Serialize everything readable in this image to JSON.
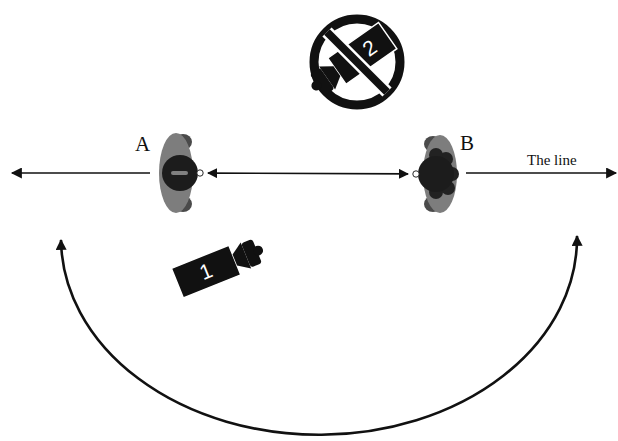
{
  "diagram": {
    "nodes": [
      {
        "text": [
          "2"
        ]
      },
      {
        "text": [
          "A"
        ]
      },
      {
        "text": [
          "B"
        ]
      },
      {
        "text": [
          "1"
        ]
      }
    ],
    "edges": [
      {
        "from": 1,
        "to": 2,
        "arrow": "both"
      }
    ],
    "labels": [
      "The line"
    ]
  }
}
